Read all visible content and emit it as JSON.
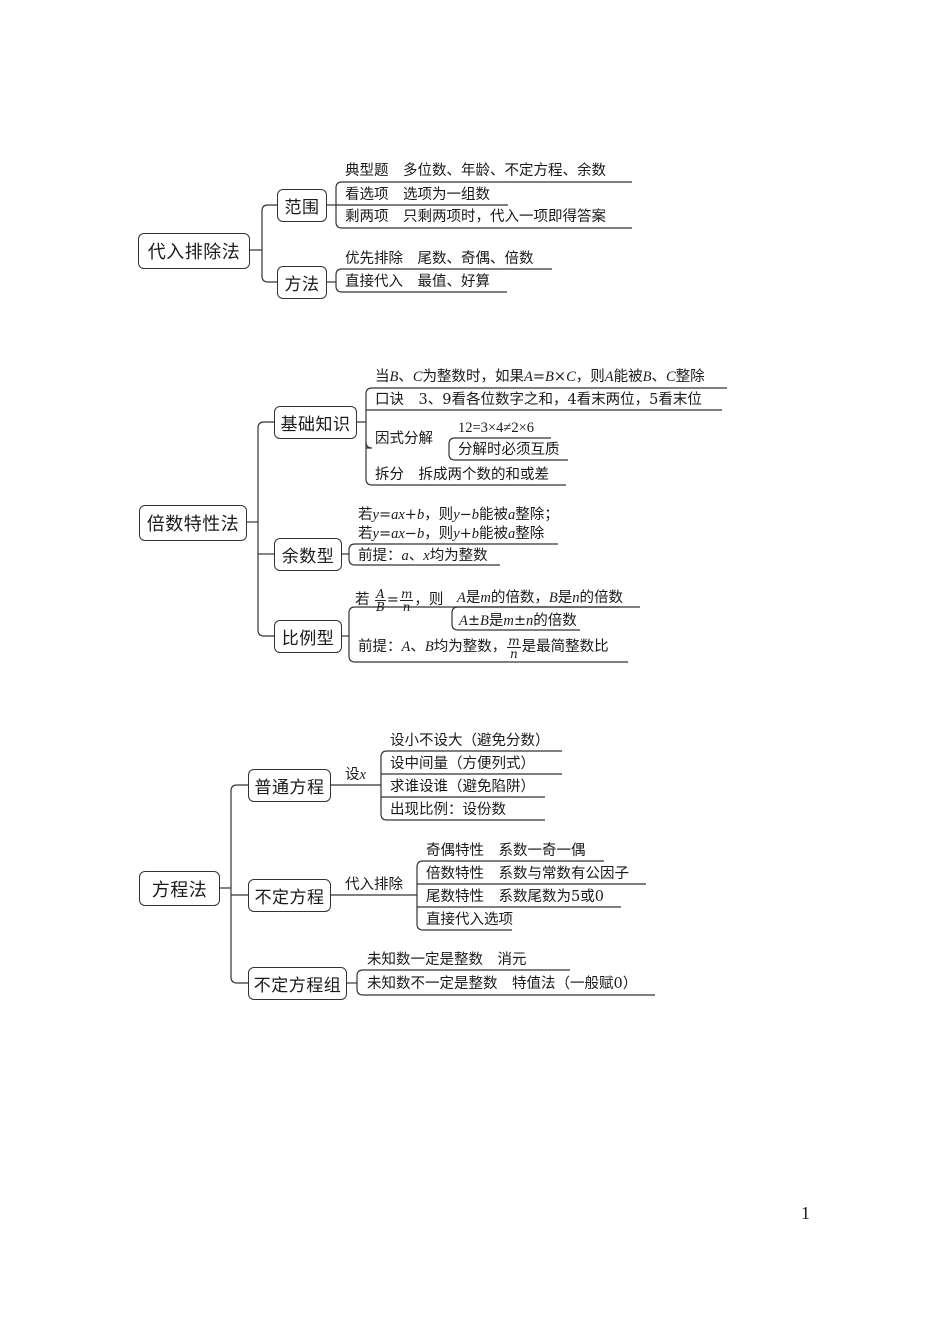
{
  "page_number": "1",
  "diagrams": [
    {
      "root": "代入排除法",
      "branches": [
        {
          "label": "范围",
          "leaves": [
            "典型题　多位数、年龄、不定方程、余数",
            "看选项　选项为一组数",
            "剩两项　只剩两项时，代入一项即得答案"
          ]
        },
        {
          "label": "方法",
          "leaves": [
            "优先排除　尾数、奇偶、倍数",
            "直接代入　最值、好算"
          ]
        }
      ]
    },
    {
      "root": "倍数特性法",
      "branches": [
        {
          "label": "基础知识",
          "leaves": [
            "当B、C为整数时，如果A=B×C，则A能被B、C整除",
            "口诀　3、9看各位数字之和，4看末两位，5看末位",
            "因式分解",
            "拆分　拆成两个数的和或差"
          ],
          "sub_leaves": [
            "12=3×4≠2×6",
            "分解时必须互质"
          ]
        },
        {
          "label": "余数型",
          "leaves": [
            "若y=ax+b，则y−b能被a整除；",
            "若y=ax−b，则y+b能被a整除",
            "前提：a、x均为整数"
          ]
        },
        {
          "label": "比例型",
          "leaves": [
            "若 A/B = m/n ，则",
            "前提：A、B均为整数，m/n是最简整数比"
          ],
          "sub_leaves": [
            "A是m的倍数，B是n的倍数",
            "A±B是m±n的倍数"
          ]
        }
      ]
    },
    {
      "root": "方程法",
      "branches": [
        {
          "label": "普通方程",
          "connector": "设x",
          "leaves": [
            "设小不设大（避免分数）",
            "设中间量（方便列式）",
            "求谁设谁（避免陷阱）",
            "出现比例：设份数"
          ]
        },
        {
          "label": "不定方程",
          "connector": "代入排除",
          "leaves": [
            "奇偶特性　系数一奇一偶",
            "倍数特性　系数与常数有公因子",
            "尾数特性　系数尾数为5或0",
            "直接代入选项"
          ]
        },
        {
          "label": "不定方程组",
          "leaves": [
            "未知数一定是整数　消元",
            "未知数不一定是整数　特值法（一般赋0）"
          ]
        }
      ]
    }
  ]
}
